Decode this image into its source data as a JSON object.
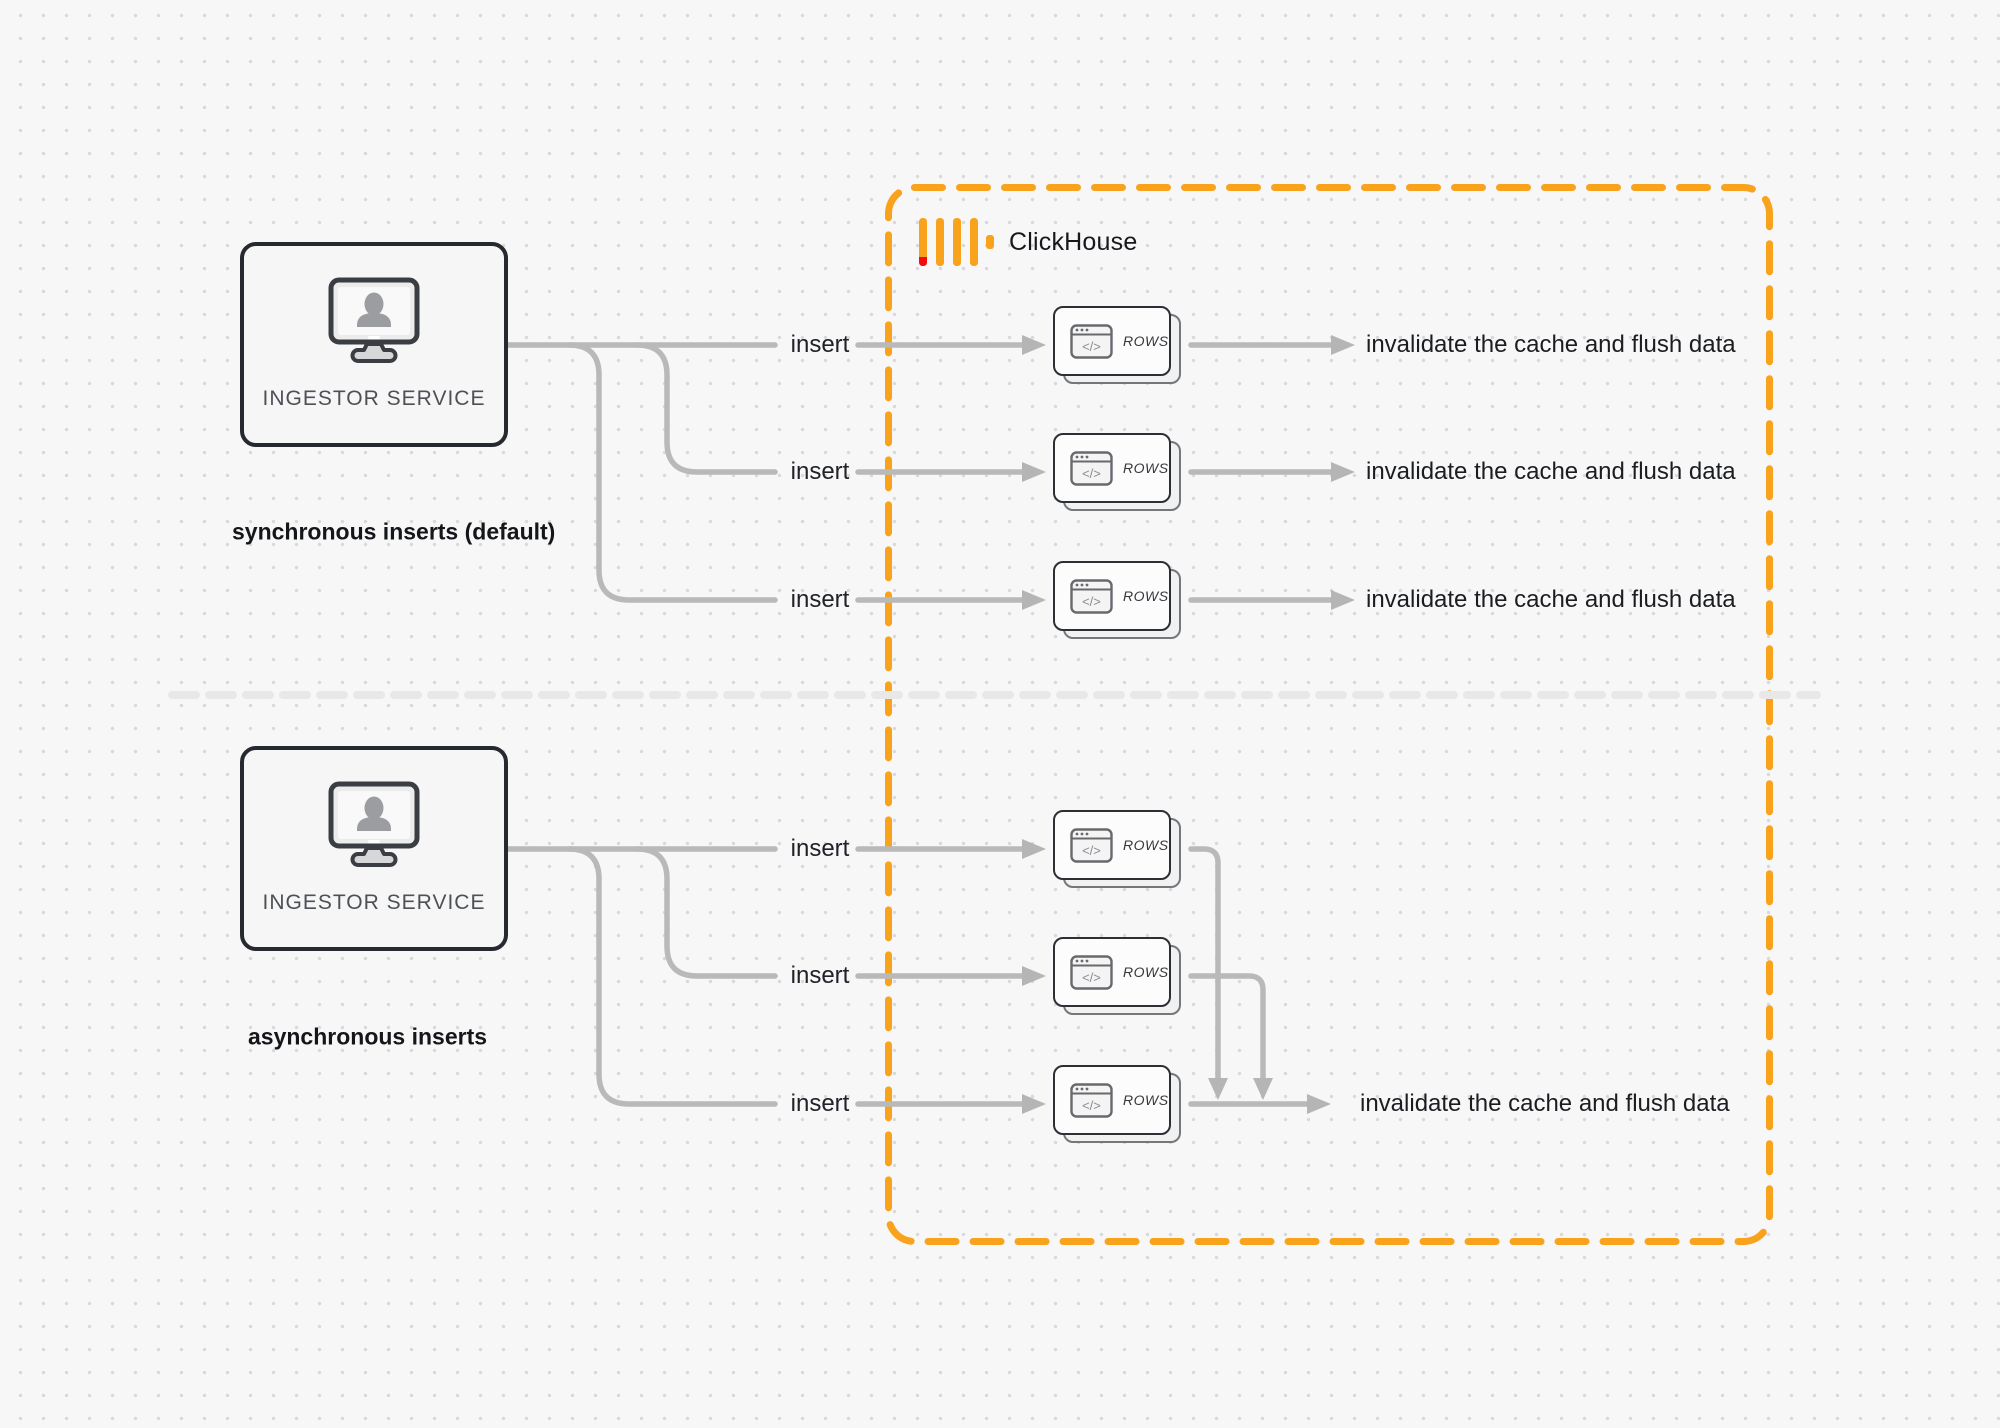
{
  "clickhouse": {
    "brand": "ClickHouse"
  },
  "sync_section": {
    "source_label": "INGESTOR SERVICE",
    "caption": "synchronous inserts (default)",
    "rows": [
      {
        "insert": "insert",
        "node": "ROWS",
        "code_glyph": "</>",
        "result": "invalidate the cache and flush data"
      },
      {
        "insert": "insert",
        "node": "ROWS",
        "code_glyph": "</>",
        "result": "invalidate the cache and flush data"
      },
      {
        "insert": "insert",
        "node": "ROWS",
        "code_glyph": "</>",
        "result": "invalidate the cache and flush data"
      }
    ]
  },
  "async_section": {
    "source_label": "INGESTOR SERVICE",
    "caption": "asynchronous inserts",
    "rows": [
      {
        "insert": "insert",
        "node": "ROWS",
        "code_glyph": "</>"
      },
      {
        "insert": "insert",
        "node": "ROWS",
        "code_glyph": "</>"
      },
      {
        "insert": "insert",
        "node": "ROWS",
        "code_glyph": "</>"
      }
    ],
    "result": "invalidate the cache and flush data"
  },
  "colors": {
    "accent_orange": "#f9a21b",
    "logo_red": "#f40b0b",
    "connector_gray": "#b9b9b9",
    "divider_gray": "#e8e8e8"
  }
}
